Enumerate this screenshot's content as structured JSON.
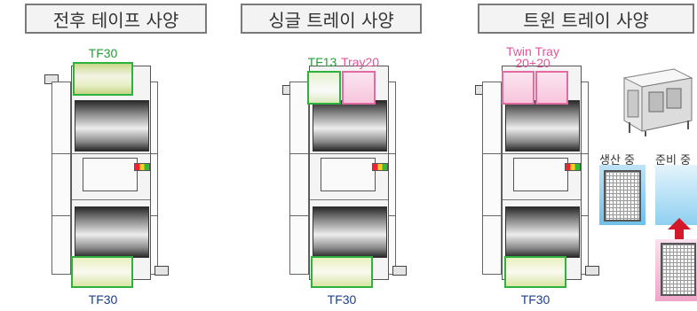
{
  "headers": {
    "front_rear": "전후 테이프 사양",
    "single": "싱글 트레이 사양",
    "twin": "트윈 트레이 사양"
  },
  "labels": {
    "tf30": "TF30",
    "tf13": "TF13",
    "tray20": "Tray20",
    "twin_tray_line1": "Twin Tray",
    "twin_tray_line2": "20+20",
    "producing": "생산 중",
    "preparing": "준비 중"
  },
  "colors": {
    "tape_green": "#2fb23d",
    "tray_pink": "#e26ba1",
    "producing_blue": "#7cc6ec",
    "preparing_pink": "#f4b5d2"
  }
}
